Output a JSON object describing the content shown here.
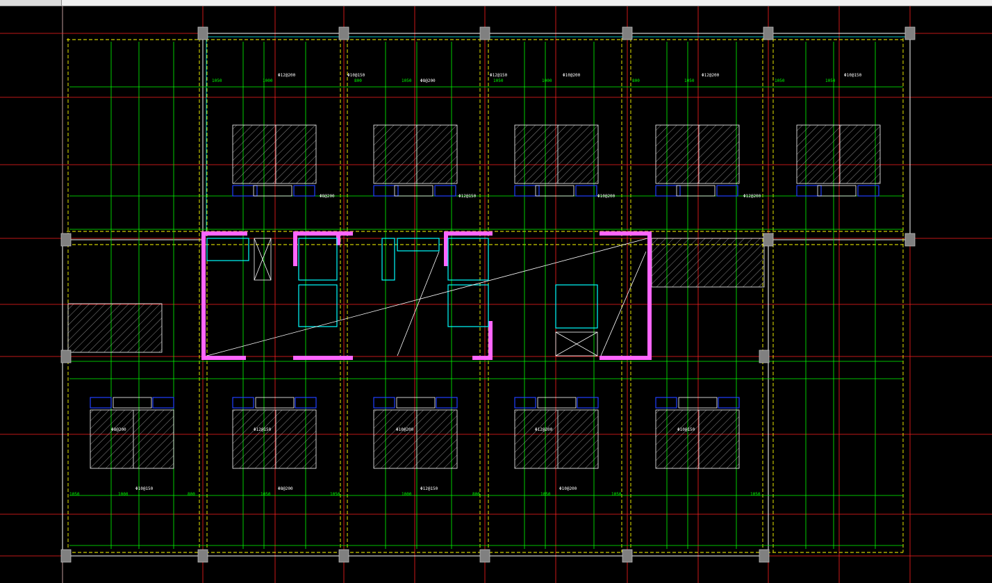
{
  "colors": {
    "background": "#000000",
    "axis": "#ff2020",
    "column": "#808080",
    "wall": "#ff66ff",
    "beam": "#ffff00",
    "rebar": "#00ff00",
    "outline": "#ffffff",
    "cyan": "#00ffff",
    "blue": "#2040ff"
  },
  "labels": {
    "dims": [
      "1050",
      "1000",
      "800",
      "1050",
      "1050",
      "1000",
      "800",
      "1050",
      "1050",
      "1050"
    ],
    "callouts": [
      "Φ12@200",
      "Φ10@150",
      "Φ8@200",
      "Φ12@150",
      "Φ10@200",
      "Φ12@200",
      "Φ10@150",
      "Φ8@200",
      "Φ12@150",
      "Φ10@200"
    ]
  }
}
